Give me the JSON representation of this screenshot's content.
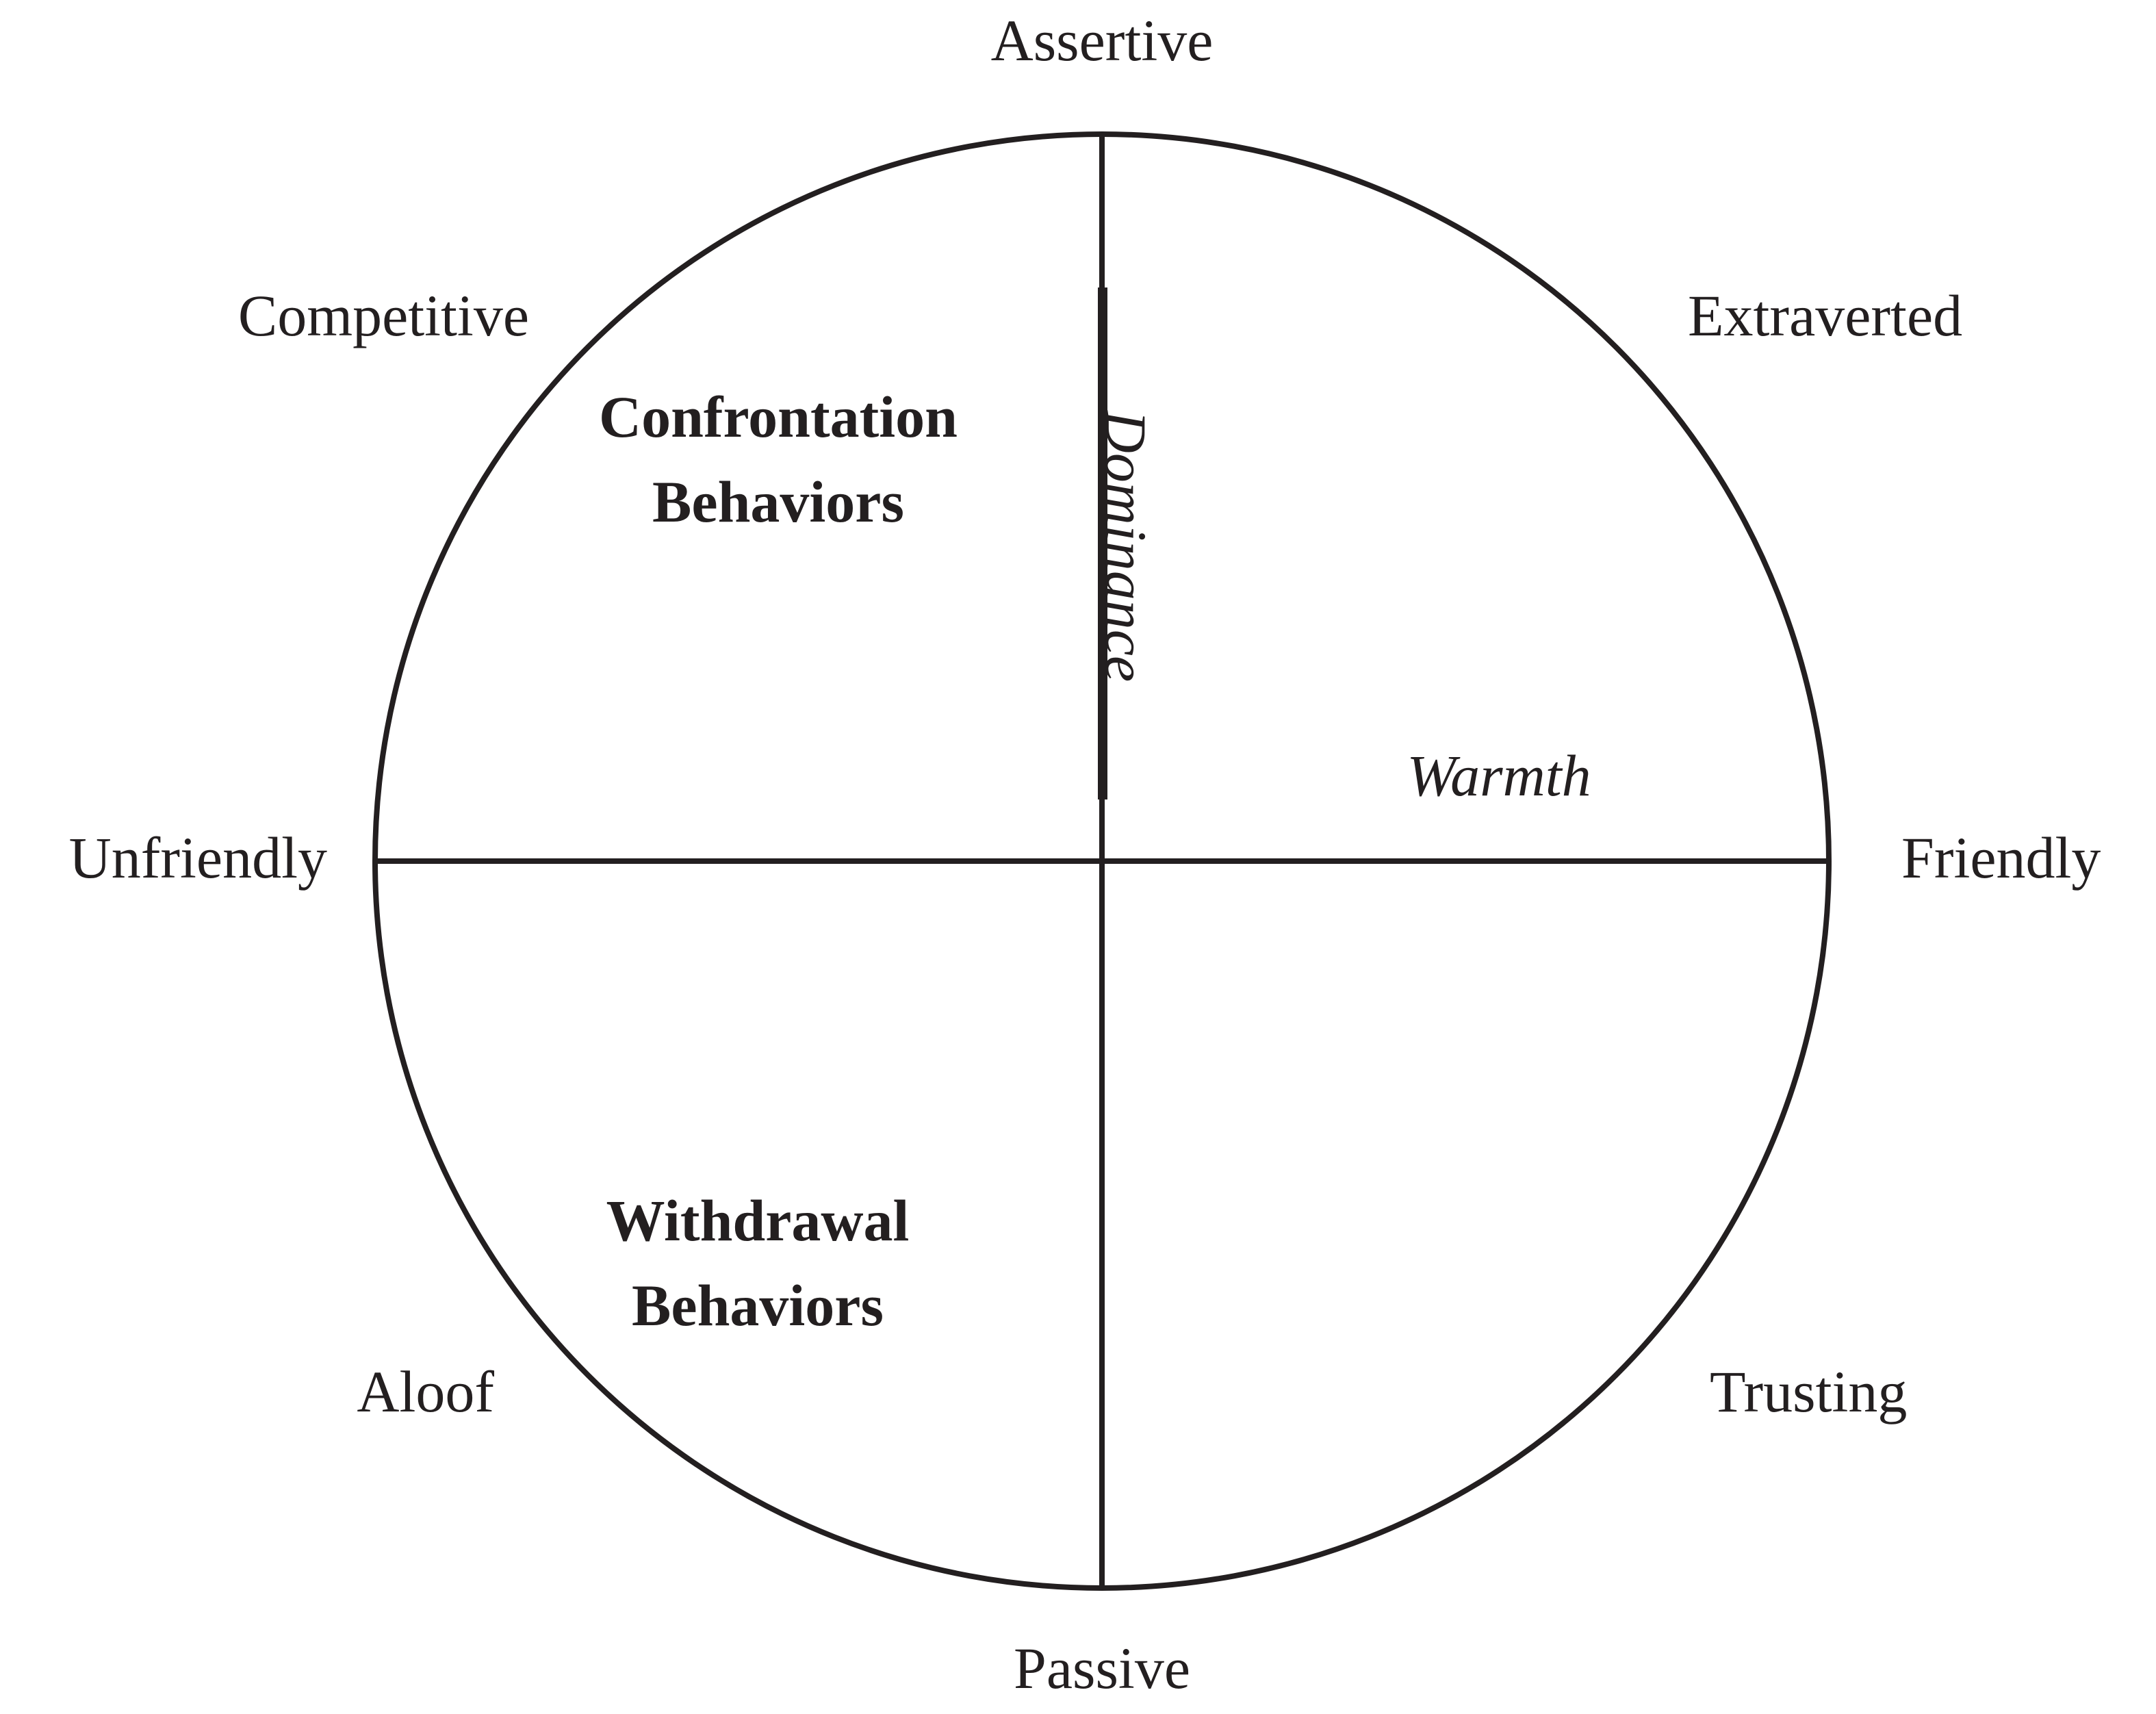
{
  "diagram": {
    "poles": {
      "top": "Assertive",
      "bottom": "Passive",
      "left": "Unfriendly",
      "right": "Friendly",
      "upper_left": "Competitive",
      "upper_right": "Extraverted",
      "lower_left": "Aloof",
      "lower_right": "Trusting"
    },
    "axes": {
      "vertical": "Dominance",
      "horizontal": "Warmth"
    },
    "quadrants": {
      "confrontation": {
        "line1": "Confrontation",
        "line2": "Behaviors"
      },
      "withdrawal": {
        "line1": "Withdrawal",
        "line2": "Behaviors"
      }
    },
    "colors": {
      "ink": "#231f20",
      "background": "#ffffff"
    }
  }
}
